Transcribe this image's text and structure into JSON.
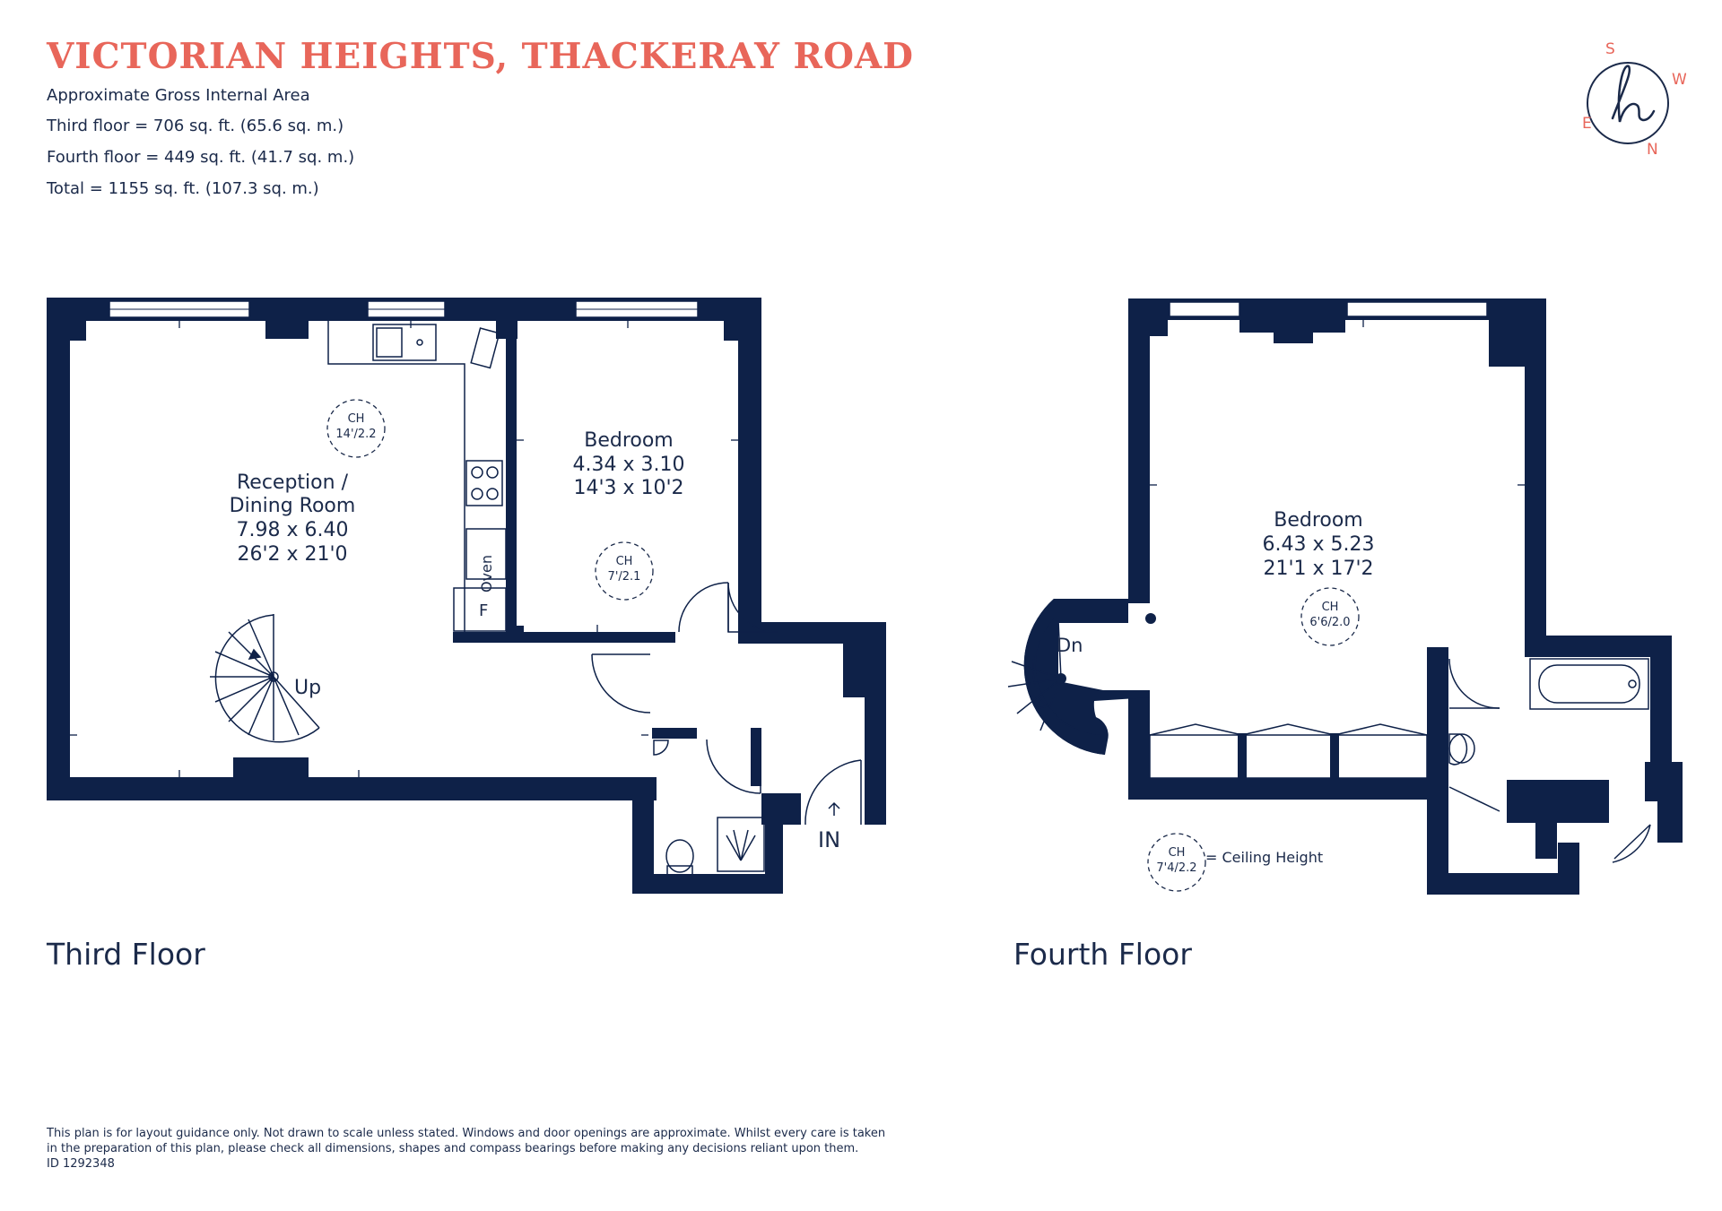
{
  "header": {
    "title": "VICTORIAN HEIGHTS, THACKERAY ROAD",
    "area_lines": [
      "Approximate Gross Internal Area",
      "Third floor = 706 sq. ft. (65.6 sq. m.)",
      "Fourth floor  = 449 sq. ft. (41.7 sq. m.)",
      "Total =  1155 sq. ft. (107.3 sq. m.)"
    ]
  },
  "compass": {
    "s": "S",
    "w": "W",
    "e": "E",
    "n": "N",
    "logo": "h"
  },
  "third_floor": {
    "label": "Third Floor",
    "reception": {
      "name_line1": "Reception /",
      "name_line2": "Dining Room",
      "metric": "7.98 x 6.40",
      "imperial": "26'2 x 21'0"
    },
    "reception_ch": {
      "ch": "CH",
      "value": "14'/2.2"
    },
    "bedroom": {
      "name": "Bedroom",
      "metric": "4.34 x 3.10",
      "imperial": "14'3 x 10'2"
    },
    "bedroom_ch": {
      "ch": "CH",
      "value": "7'/2.1"
    },
    "oven": "Oven",
    "fridge": "F",
    "stairs": "Up",
    "entrance": "IN"
  },
  "fourth_floor": {
    "label": "Fourth Floor",
    "bedroom": {
      "name": "Bedroom",
      "metric": "6.43 x 5.23",
      "imperial": "21'1 x 17'2"
    },
    "bedroom_ch": {
      "ch": "CH",
      "value": "6'6/2.0"
    },
    "stairs": "Dn"
  },
  "legend": {
    "ch": "CH",
    "value": "7'4/2.2",
    "text": "= Ceiling Height"
  },
  "colors": {
    "wall": "#0e2148",
    "accent": "#e8665a",
    "text": "#1b2a4a"
  },
  "disclaimer": {
    "line1": "This plan is for layout guidance only. Not drawn to scale unless stated. Windows and door openings are approximate. Whilst every care is taken",
    "line2": "in the preparation of this plan, please check all dimensions, shapes and compass bearings before making any decisions reliant upon them.",
    "id": "ID 1292348"
  }
}
